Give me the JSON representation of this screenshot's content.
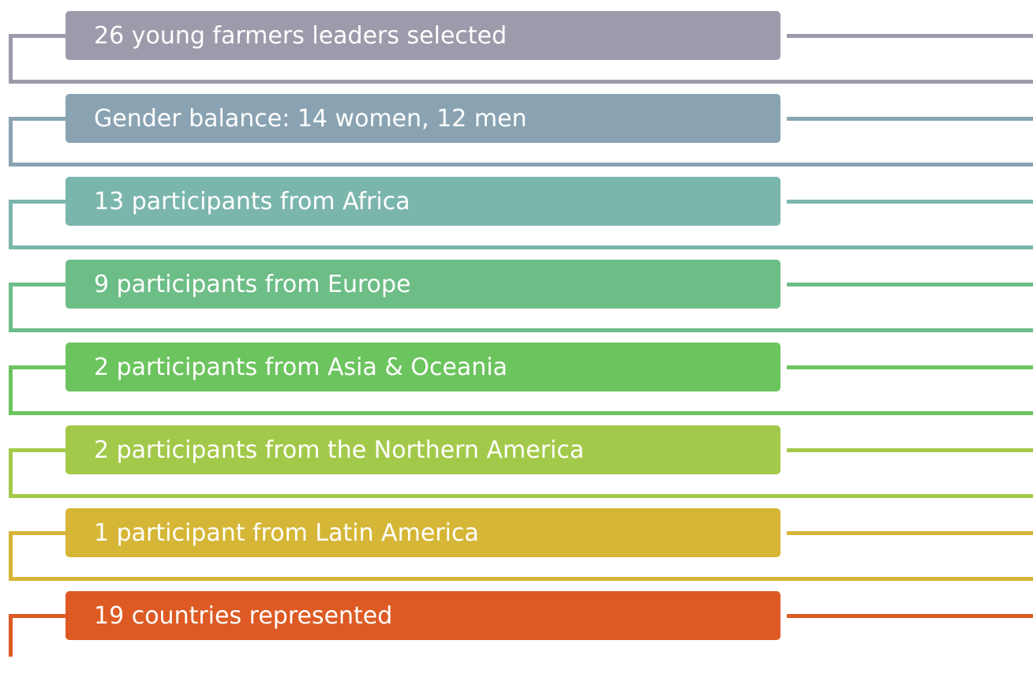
{
  "rows": [
    {
      "label": "26 young farmers leaders selected",
      "color": "#9b9bab"
    },
    {
      "label": "Gender balance: 14 women, 12 men",
      "color": "#8aa3b2"
    },
    {
      "label": "13 participants from Africa",
      "color": "#7bb6ac"
    },
    {
      "label": "9 participants from Europe",
      "color": "#6dbd86"
    },
    {
      "label": "2 participants from Asia & Oceania",
      "color": "#6cc45e"
    },
    {
      "label": "2 participants from the Northern America",
      "color": "#a3c94a"
    },
    {
      "label": "1 participant from Latin America",
      "color": "#d5b636"
    },
    {
      "label": "19 countries represented",
      "color": "#dd5a24"
    }
  ]
}
